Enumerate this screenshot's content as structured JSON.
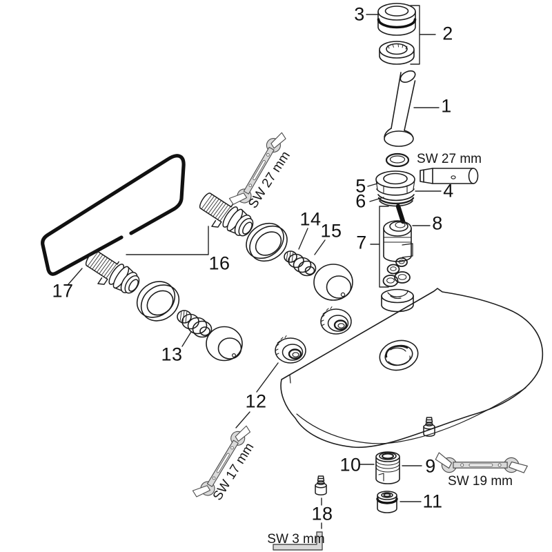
{
  "diagram": {
    "kind": "exploded-parts-diagram",
    "subject": "single-lever-mixer-faucet",
    "colors": {
      "background": "#ffffff",
      "line": "#1c1c1c",
      "leader_line": "#222222",
      "tool_fill": "#d9d9d9",
      "tool_outline": "#4c4c4c",
      "seal_black": "#111111"
    },
    "callouts": {
      "n1": "1",
      "n2": "2",
      "n3": "3",
      "n4": "4",
      "n5": "5",
      "n6": "6",
      "n7": "7",
      "n8": "8",
      "n9": "9",
      "n10": "10",
      "n11": "11",
      "n12": "12",
      "n13": "13",
      "n14": "14",
      "n15": "15",
      "n16": "16",
      "n17": "17",
      "n18": "18"
    },
    "parts": [
      {
        "number": "1",
        "name": "handle-lever-pin"
      },
      {
        "number": "2",
        "name": "handle-ring-set"
      },
      {
        "number": "3",
        "name": "upper-ring-with-oring"
      },
      {
        "number": "4",
        "name": "cartridge-retaining-nut"
      },
      {
        "number": "5",
        "name": "collar-seal"
      },
      {
        "number": "6",
        "name": "collar-ring"
      },
      {
        "number": "7",
        "name": "cartridge-service-set"
      },
      {
        "number": "8",
        "name": "ceramic-cartridge"
      },
      {
        "number": "9",
        "name": "aerator-housing"
      },
      {
        "number": "10",
        "name": "aerator-insert"
      },
      {
        "number": "11",
        "name": "flow-regulator"
      },
      {
        "number": "12",
        "name": "check-valve"
      },
      {
        "number": "13",
        "name": "check-valve-insert-lower"
      },
      {
        "number": "14",
        "name": "check-valve-insert-upper"
      },
      {
        "number": "15",
        "name": "insert-ring"
      },
      {
        "number": "16",
        "name": "s-union-connectors"
      },
      {
        "number": "17",
        "name": "base-gasket"
      },
      {
        "number": "18",
        "name": "grub-screw"
      }
    ],
    "tools": {
      "sw27_socket": "SW 27 mm",
      "sw27_wrench": "SW 27 mm",
      "sw17_wrench": "SW 17 mm",
      "sw19_wrench": "SW 19 mm",
      "sw3_key": "SW 3 mm"
    }
  }
}
